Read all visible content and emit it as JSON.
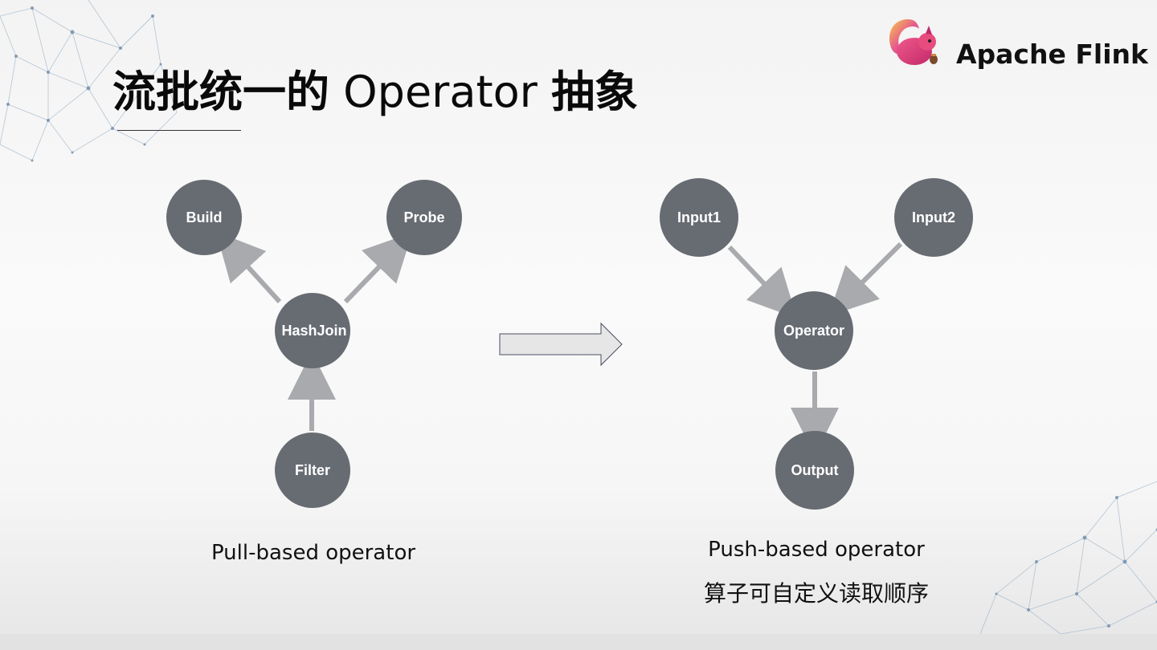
{
  "slide": {
    "title_zh_1": "流批统一的",
    "title_en": "Operator",
    "title_zh_2": "抽象",
    "logo_text": "Apache Flink"
  },
  "colors": {
    "node_fill": "#676b72",
    "arrow": "#a8aaad",
    "block_arrow_fill": "#e6e6e6",
    "block_arrow_stroke": "#4a4f63"
  },
  "pull_diagram": {
    "nodes": [
      "Build",
      "Probe",
      "HashJoin",
      "Filter"
    ],
    "caption": "Pull-based operator"
  },
  "push_diagram": {
    "nodes": [
      "Input1",
      "Input2",
      "Operator",
      "Output"
    ],
    "caption": "Push-based operator",
    "subcaption": "算子可自定义读取顺序"
  }
}
